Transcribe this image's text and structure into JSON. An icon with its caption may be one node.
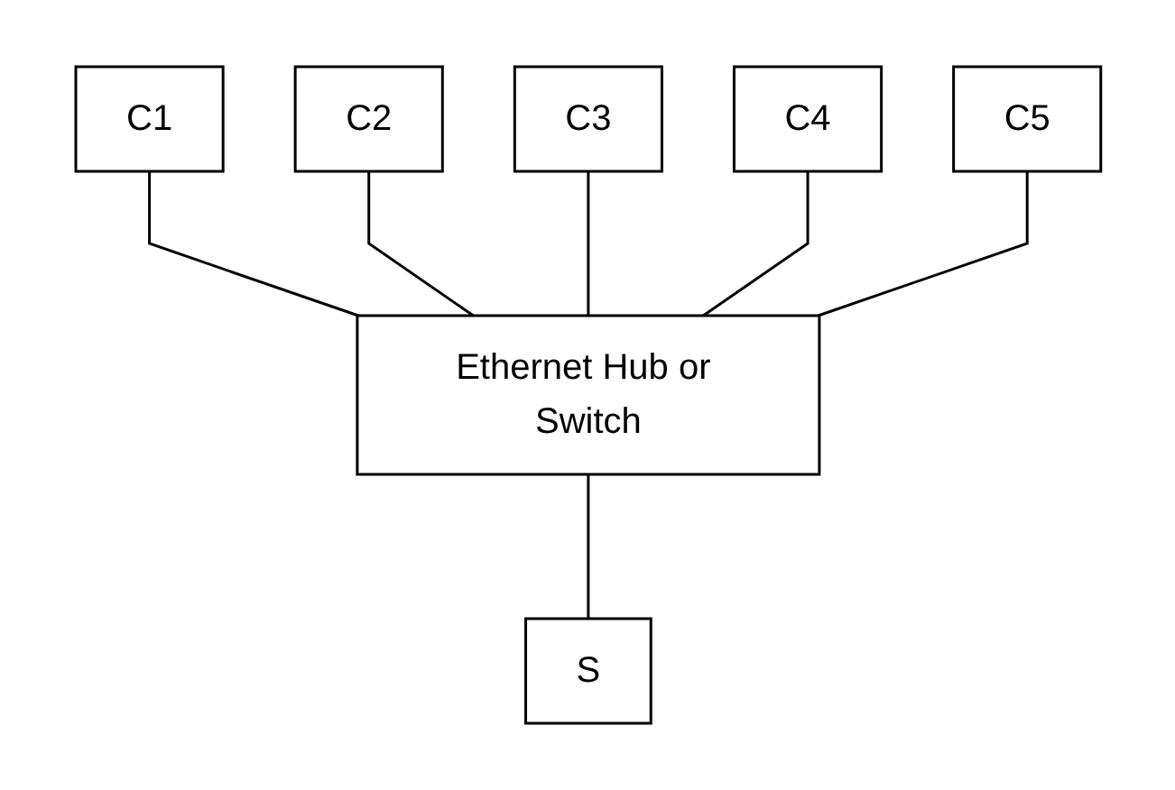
{
  "diagram": {
    "nodes": [
      {
        "text": [
          "C1"
        ]
      },
      {
        "text": [
          "C2"
        ]
      },
      {
        "text": [
          "C3"
        ]
      },
      {
        "text": [
          "C4"
        ]
      },
      {
        "text": [
          "C5"
        ]
      },
      {
        "text": [
          "Ethernet Hub or Switch"
        ]
      },
      {
        "text": [
          "S"
        ]
      }
    ],
    "edges": [
      {
        "from": 0,
        "to": 5,
        "arrow": "none"
      },
      {
        "from": 1,
        "to": 5,
        "arrow": "none"
      },
      {
        "from": 2,
        "to": 5,
        "arrow": "none"
      },
      {
        "from": 3,
        "to": 5,
        "arrow": "none"
      },
      {
        "from": 4,
        "to": 5,
        "arrow": "none"
      },
      {
        "from": 5,
        "to": 6,
        "arrow": "none"
      }
    ]
  }
}
